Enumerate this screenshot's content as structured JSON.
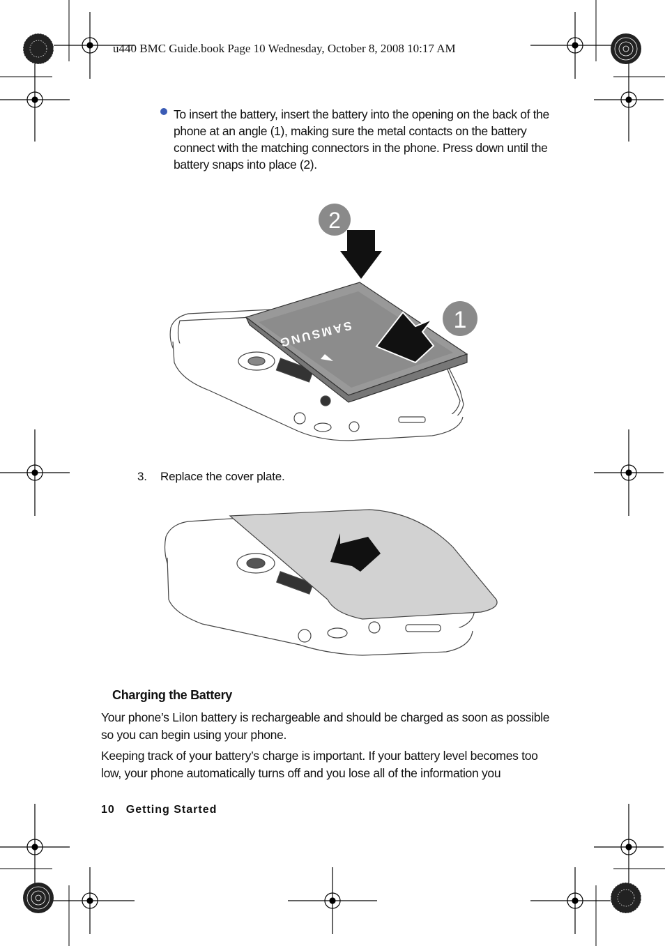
{
  "header": {
    "print_info": "u440 BMC Guide.book  Page 10  Wednesday, October 8, 2008  10:17 AM"
  },
  "bullet": {
    "text": "To insert the battery, insert the battery into the opening on the back of the phone at an angle (1), making sure the metal contacts on the battery connect with the matching connectors in the phone. Press down until the battery snaps into place (2)."
  },
  "figure1": {
    "callout_1": "1",
    "callout_2": "2",
    "battery_brand": "SAMSUNG"
  },
  "step3": {
    "number": "3.",
    "text": "Replace the cover plate."
  },
  "section": {
    "title": "Charging the Battery",
    "para1": "Your phone’s LiIon battery is rechargeable and should be charged as soon as possible so you can begin using your phone.",
    "para2": "Keeping track of your battery’s charge is important. If your battery level becomes too low, your phone automatically turns off and you lose all of the information you"
  },
  "footer": {
    "page_number": "10",
    "chapter": "Getting Started"
  },
  "colors": {
    "bullet": "#3a5bb5",
    "callout": "#8a8a8a",
    "cover": "#d2d2d2"
  }
}
